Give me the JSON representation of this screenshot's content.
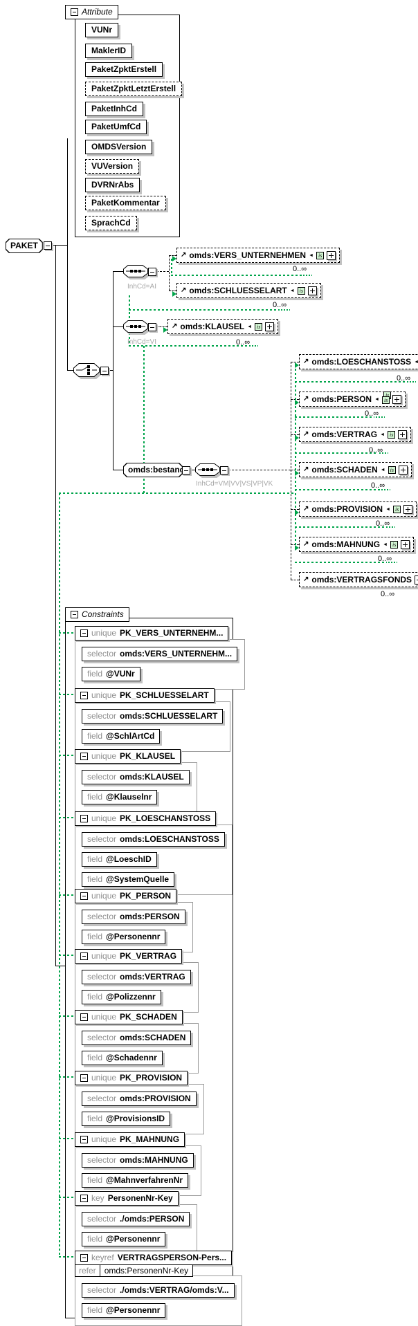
{
  "root_element": {
    "label": "PAKET"
  },
  "panels": {
    "attributes": "Attribute",
    "constraints": "Constraints"
  },
  "attributes": [
    {
      "name": "VUNr",
      "optional": false
    },
    {
      "name": "MaklerID",
      "optional": false
    },
    {
      "name": "PaketZpktErstell",
      "optional": false
    },
    {
      "name": "PaketZpktLetztErstell",
      "optional": true
    },
    {
      "name": "PaketInhCd",
      "optional": false
    },
    {
      "name": "PaketUmfCd",
      "optional": false
    },
    {
      "name": "OMDSVersion",
      "optional": false
    },
    {
      "name": "VUVersion",
      "optional": true
    },
    {
      "name": "DVRNrAbs",
      "optional": false
    },
    {
      "name": "PaketKommentar",
      "optional": true
    },
    {
      "name": "SprachCd",
      "optional": true
    }
  ],
  "choice": {
    "branches": [
      {
        "condition": "InhCd=AI",
        "elements": [
          {
            "name": "omds:VERS_UNTERNEHMEN",
            "cardinality": "0..∞",
            "badge": "is"
          },
          {
            "name": "omds:SCHLUESSELART",
            "cardinality": "0..∞",
            "badge": "is"
          }
        ]
      },
      {
        "condition": "InhCd=VI",
        "elements": [
          {
            "name": "omds:KLAUSEL",
            "cardinality": "0..∞",
            "badge": "is"
          }
        ]
      },
      {
        "condition": "InhCd=VM|VV|VS|VP|VK",
        "container_label": "omds:bestand",
        "elements": [
          {
            "name": "omds:LOESCHANSTOSS",
            "cardinality": "0..∞",
            "badge": "is"
          },
          {
            "name": "omds:PERSON",
            "cardinality": "0..∞",
            "badge": "is"
          },
          {
            "name": "omds:VERTRAG",
            "cardinality": "0..∞",
            "badge": "is"
          },
          {
            "name": "omds:SCHADEN",
            "cardinality": "0..∞",
            "badge": "is"
          },
          {
            "name": "omds:PROVISION",
            "cardinality": "0..∞",
            "badge": "is"
          },
          {
            "name": "omds:MAHNUNG",
            "cardinality": "0..∞",
            "badge": "is"
          },
          {
            "name": "omds:VERTRAGSFONDS",
            "cardinality": "0..∞",
            "badge": null
          }
        ]
      }
    ]
  },
  "labels": {
    "selector": "selector",
    "field": "field",
    "refer": "refer"
  },
  "constraints": [
    {
      "kind": "unique",
      "name": "PK_VERS_UNTERNEHM...",
      "selector": "omds:VERS_UNTERNEHM...",
      "fields": [
        "@VUNr"
      ]
    },
    {
      "kind": "unique",
      "name": "PK_SCHLUESSELART",
      "selector": "omds:SCHLUESSELART",
      "fields": [
        "@SchlArtCd"
      ]
    },
    {
      "kind": "unique",
      "name": "PK_KLAUSEL",
      "selector": "omds:KLAUSEL",
      "fields": [
        "@Klauselnr"
      ]
    },
    {
      "kind": "unique",
      "name": "PK_LOESCHANSTOSS",
      "selector": "omds:LOESCHANSTOSS",
      "fields": [
        "@LoeschID",
        "@SystemQuelle"
      ]
    },
    {
      "kind": "unique",
      "name": "PK_PERSON",
      "selector": "omds:PERSON",
      "fields": [
        "@Personennr"
      ]
    },
    {
      "kind": "unique",
      "name": "PK_VERTRAG",
      "selector": "omds:VERTRAG",
      "fields": [
        "@Polizzennr"
      ]
    },
    {
      "kind": "unique",
      "name": "PK_SCHADEN",
      "selector": "omds:SCHADEN",
      "fields": [
        "@Schadennr"
      ]
    },
    {
      "kind": "unique",
      "name": "PK_PROVISION",
      "selector": "omds:PROVISION",
      "fields": [
        "@ProvisionsID"
      ]
    },
    {
      "kind": "unique",
      "name": "PK_MAHNUNG",
      "selector": "omds:MAHNUNG",
      "fields": [
        "@MahnverfahrenNr"
      ]
    },
    {
      "kind": "key",
      "name": "PersonenNr-Key",
      "selector": "./omds:PERSON",
      "fields": [
        "@Personennr"
      ]
    },
    {
      "kind": "keyref",
      "name": "VERTRAGSPERSON-Pers...",
      "refer": "omds:PersonenNr-Key",
      "selector": "./omds:VERTRAG/omds:V...",
      "fields": [
        "@Personennr"
      ]
    }
  ],
  "colors": {
    "line_green": "#00A44A",
    "badge_bg": "#D2F5D2",
    "shadow": "#C2C2C2",
    "muted_text": "#8F8F8F"
  }
}
